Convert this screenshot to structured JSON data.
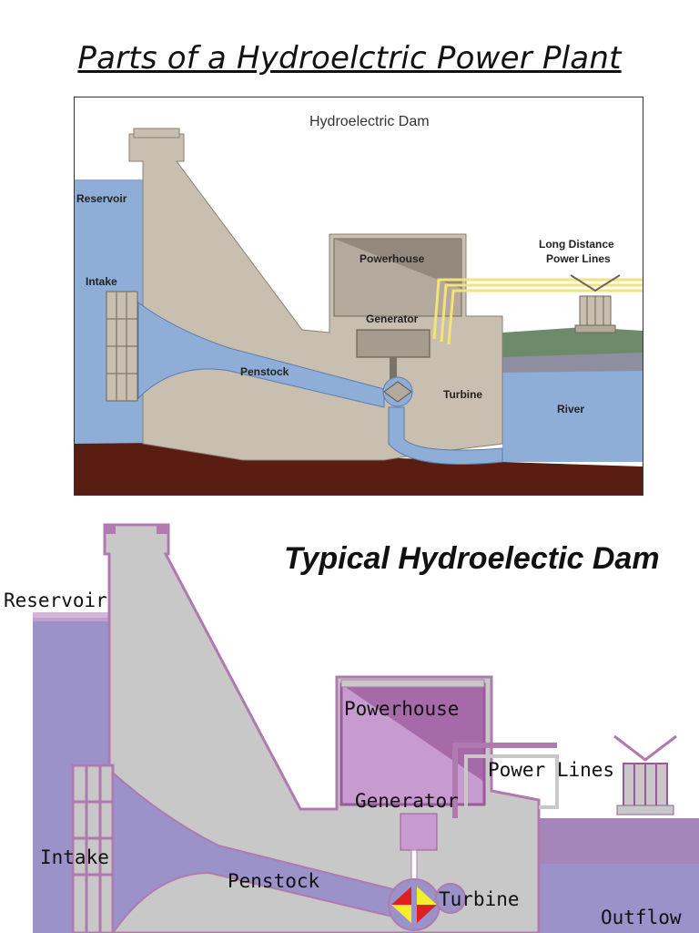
{
  "page": {
    "title": "Parts of a Hydroelctric Power Plant"
  },
  "diagram_top": {
    "title": "Hydroelectric Dam",
    "labels": {
      "reservoir": "Reservoir",
      "intake": "Intake",
      "powerhouse": "Powerhouse",
      "generator": "Generator",
      "penstock": "Penstock",
      "turbine": "Turbine",
      "river": "River",
      "power_lines_1": "Long Distance",
      "power_lines_2": "Power Lines"
    },
    "colors": {
      "water": "#8eaed8",
      "concrete": "#c9bfb1",
      "ground": "#5a1d12",
      "power_line": "#f3e37a",
      "grass": "#6d8a6a"
    }
  },
  "diagram_bottom": {
    "title": "Typical Hydroelectic Dam",
    "labels": {
      "reservoir": "Reservoir",
      "powerhouse": "Powerhouse",
      "power_lines": "Power Lines",
      "generator": "Generator",
      "intake": "Intake",
      "penstock": "Penstock",
      "turbine": "Turbine",
      "outflow": "Outflow"
    },
    "colors": {
      "water": "#9a92c8",
      "concrete": "#c8c8c8",
      "outline": "#b07ab0",
      "powerhouse": "#c79ad0",
      "turbine_red": "#e02020",
      "turbine_yellow": "#f4ee30"
    }
  }
}
